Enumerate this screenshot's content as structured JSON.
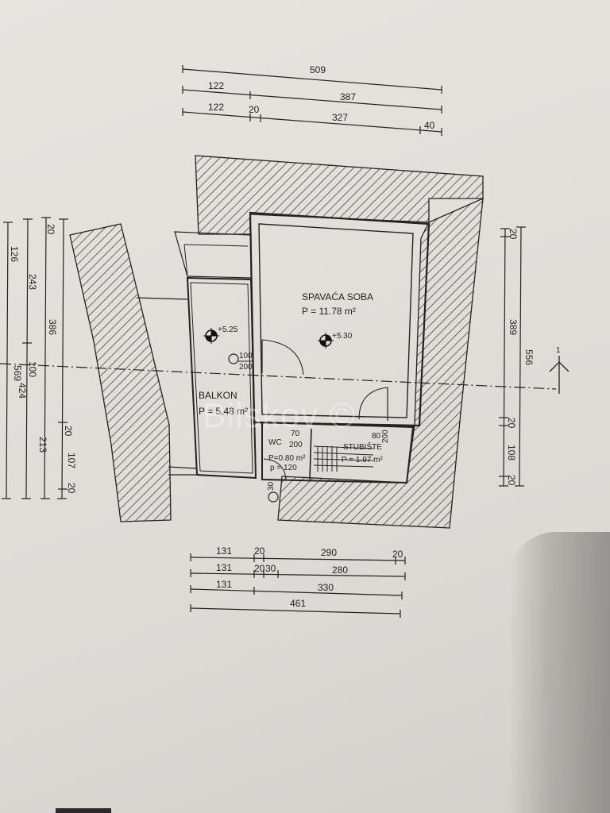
{
  "top_dimensions": {
    "row1": [
      "509"
    ],
    "row2": [
      "122",
      "387"
    ],
    "row3": [
      "122",
      "20",
      "327",
      "40"
    ]
  },
  "bottom_dimensions": {
    "row1": [
      "131",
      "20",
      "290",
      "20"
    ],
    "row2": [
      "131",
      "20",
      "30",
      "280"
    ],
    "row3": [
      "131",
      "330"
    ],
    "row4": [
      "461"
    ]
  },
  "left_dimensions": {
    "col1": [
      "569"
    ],
    "col2": [
      "126"
    ],
    "col3": [
      "243",
      "100",
      "424"
    ],
    "col4": [
      "20",
      "386",
      "20",
      "213",
      "107",
      "20"
    ]
  },
  "right_dimensions": {
    "col1": [
      "20",
      "389",
      "20",
      "108",
      "20"
    ],
    "col2": [
      "556"
    ]
  },
  "section_marker": "1",
  "rooms": {
    "bedroom": {
      "name": "SPAVAĆA SOBA",
      "area": "P = 11.78 m²",
      "level": "+5.30"
    },
    "balcony": {
      "name": "BALKON",
      "area": "P = 5.48 m²",
      "level": "+5.25"
    },
    "wc": {
      "name": "WC",
      "area": "P=0.80 m²"
    },
    "stairs": {
      "name": "STUBIŠTE",
      "area": "P = 1.97 m²"
    }
  },
  "door_labels": {
    "door1_width": "100",
    "door1_height": "200",
    "wc_width": "70",
    "wc_height": "200",
    "door3": "80",
    "door3b": "200",
    "p_label": "p = 120",
    "wc_vertical": "30"
  },
  "watermark": "Bilskov ©"
}
